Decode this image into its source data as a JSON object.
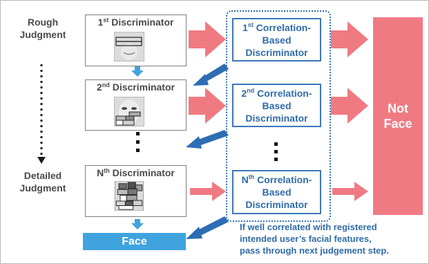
{
  "labels": {
    "rough": [
      "Rough",
      "Judgment"
    ],
    "detailed": [
      "Detailed",
      "Judgment"
    ]
  },
  "discriminators": [
    {
      "ord": "1",
      "sup": "st",
      "label": " Discriminator"
    },
    {
      "ord": "2",
      "sup": "nd",
      "label": " Discriminator"
    },
    {
      "ord": "N",
      "sup": "th",
      "label": " Discriminator"
    }
  ],
  "correlation": [
    {
      "ord": "1",
      "sup": "st",
      "line1": " Correlation-",
      "line2": "Based",
      "line3": "Discriminator"
    },
    {
      "ord": "2",
      "sup": "nd",
      "line1": " Correlation-",
      "line2": "Based",
      "line3": "Discriminator"
    },
    {
      "ord": "N",
      "sup": "th",
      "line1": " Correlation-",
      "line2": "Based",
      "line3": "Discriminator"
    }
  ],
  "not_face": [
    "Not",
    "Face"
  ],
  "face": "Face",
  "note": [
    "If well correlated with registered",
    "intended user’s facial features,",
    "pass through next judgement step."
  ],
  "colors": {
    "pink": "#f07a82",
    "blue_arrow": "#2e6db4",
    "light_blue": "#3fa3de",
    "text_blue": "#2f6ba8"
  }
}
